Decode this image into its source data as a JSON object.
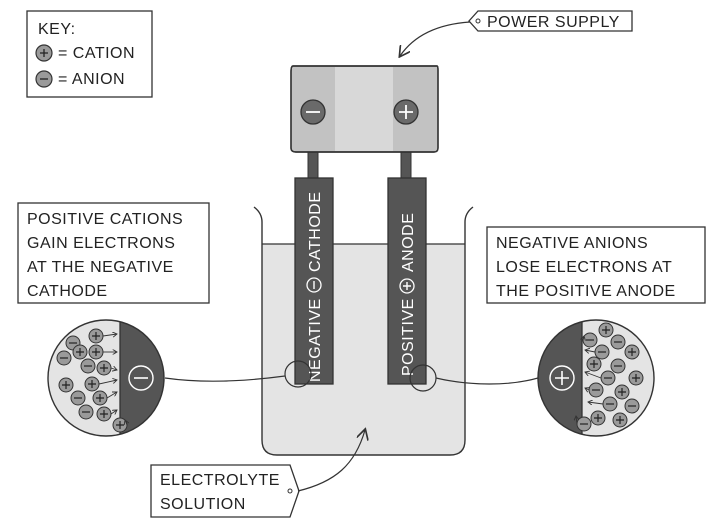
{
  "key": {
    "title": "KEY:",
    "cation_label": "= CATION",
    "anion_label": "= ANION"
  },
  "labels": {
    "power_supply": "POWER SUPPLY",
    "cathode_note": [
      "POSITIVE CATIONS",
      "GAIN ELECTRONS",
      "AT THE NEGATIVE",
      "CATHODE"
    ],
    "anode_note": [
      "NEGATIVE ANIONS",
      "LOSE ELECTRONS AT",
      "THE POSITIVE ANODE"
    ],
    "electrolyte": [
      "ELECTROLYTE",
      "SOLUTION"
    ]
  },
  "electrodes": {
    "cathode_left": "NEGATIVE",
    "cathode_right": "CATHODE",
    "anode_left": "POSITIVE",
    "anode_right": "ANODE"
  },
  "symbols": {
    "plus": "+",
    "minus": "−"
  },
  "colors": {
    "electrode": "#555555",
    "power_supply": "#c2c2c2",
    "power_supply_mid": "#d8d8d8",
    "solution": "#e4e4e4",
    "ion": "#9a9a9a",
    "outline": "#333333"
  }
}
